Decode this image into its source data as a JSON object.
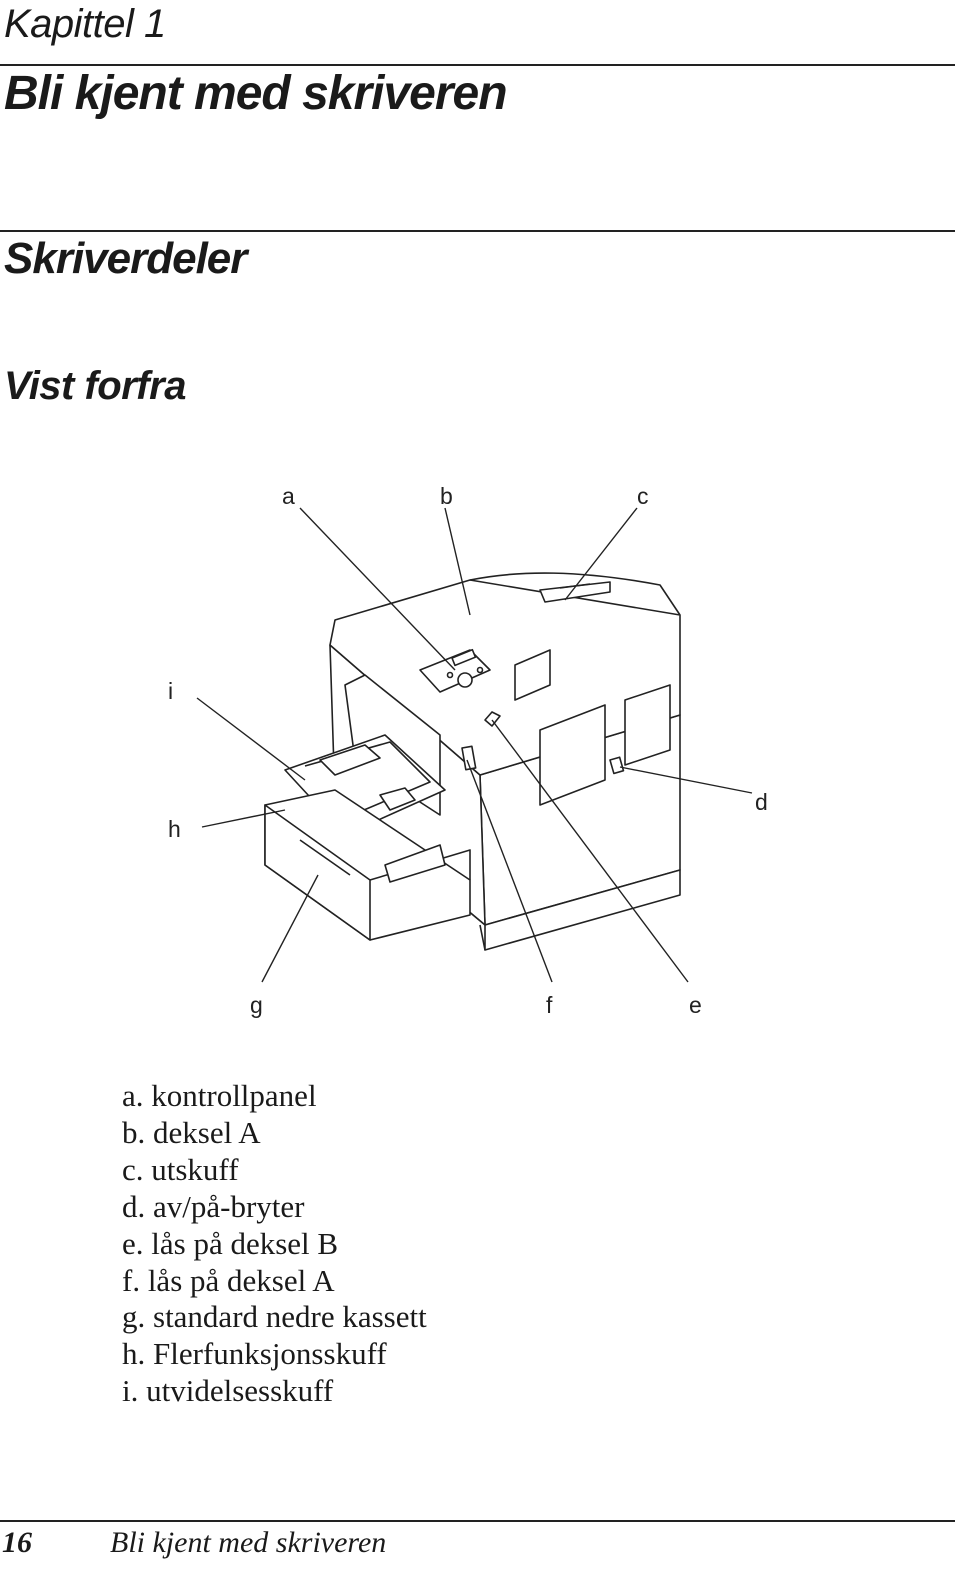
{
  "header": {
    "chapter": "Kapittel 1",
    "title": "Bli kjent med skriveren"
  },
  "section": {
    "title": "Skriverdeler",
    "subtitle": "Vist forfra"
  },
  "figure": {
    "callouts": [
      "a",
      "b",
      "c",
      "d",
      "e",
      "f",
      "g",
      "h",
      "i"
    ]
  },
  "legend": {
    "items": [
      "a. kontrollpanel",
      "b. deksel A",
      "c. utskuff",
      "d. av/på-bryter",
      "e. lås på deksel B",
      "f. lås på deksel A",
      "g. standard nedre kassett",
      "h. Flerfunksjonsskuff",
      "i. utvidelsesskuff"
    ]
  },
  "footer": {
    "page_number": "16",
    "running_title": "Bli kjent med skriveren"
  }
}
